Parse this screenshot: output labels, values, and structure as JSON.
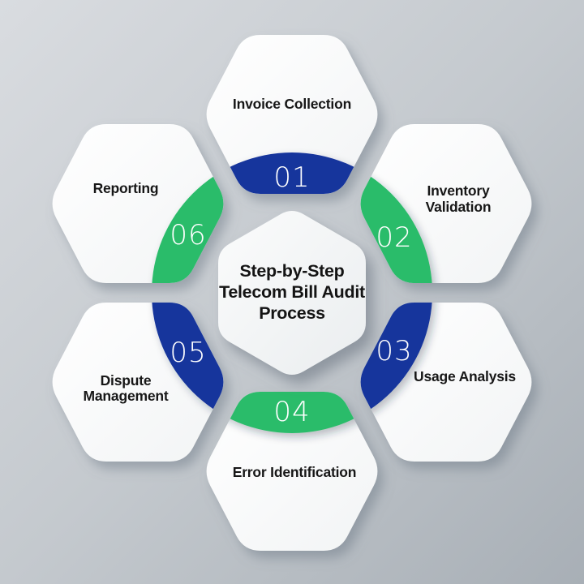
{
  "diagram": {
    "title_lines": [
      "Step-by-Step",
      "Telecom Bill Audit",
      "Process"
    ],
    "steps": [
      {
        "number": "01",
        "label_lines": [
          "Invoice Collection"
        ],
        "color": "#17349C"
      },
      {
        "number": "02",
        "label_lines": [
          "Inventory",
          "Validation"
        ],
        "color": "#2BBC6A"
      },
      {
        "number": "03",
        "label_lines": [
          "Usage Analysis"
        ],
        "color": "#17349C"
      },
      {
        "number": "04",
        "label_lines": [
          "Error Identification"
        ],
        "color": "#2BBC6A"
      },
      {
        "number": "05",
        "label_lines": [
          "Dispute",
          "Management"
        ],
        "color": "#17349C"
      },
      {
        "number": "06",
        "label_lines": [
          "Reporting"
        ],
        "color": "#2BBC6A"
      }
    ],
    "colors": {
      "blue": "#17349C",
      "green": "#2BBC6A",
      "label_text": "#171717",
      "number_text": "#FFFFFF",
      "background_light": "#D8DBDF",
      "background_dark": "#A9B0B7"
    }
  }
}
